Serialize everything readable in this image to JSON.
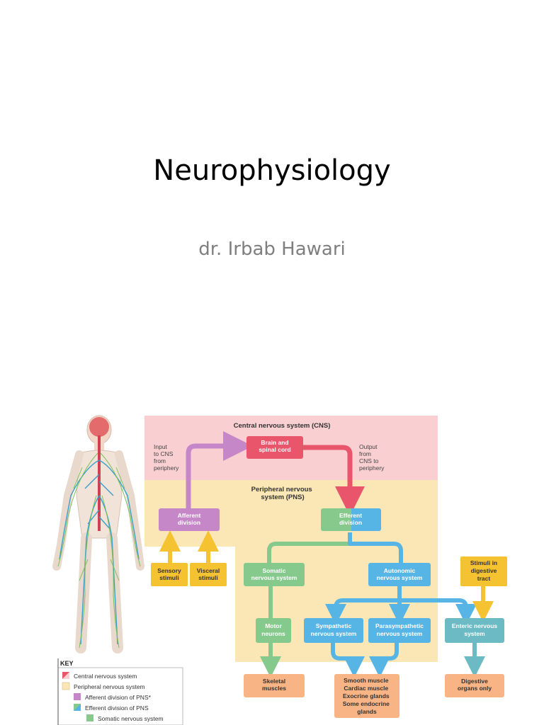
{
  "slide": {
    "title": "Neurophysiology",
    "subtitle": "dr. Irbab Hawari"
  },
  "diagram": {
    "cns_region": "Central nervous system (CNS)",
    "pns_region": [
      "Peripheral nervous",
      "system (PNS)"
    ],
    "brain": [
      "Brain and",
      "spinal cord"
    ],
    "input_note": [
      "Input",
      "to CNS",
      "from",
      "periphery"
    ],
    "output_note": [
      "Output",
      "from",
      "CNS to",
      "periphery"
    ],
    "afferent": [
      "Afferent",
      "division"
    ],
    "efferent": [
      "Efferent",
      "division"
    ],
    "sensory": [
      "Sensory",
      "stimuli"
    ],
    "visceral": [
      "Visceral",
      "stimuli"
    ],
    "somatic": [
      "Somatic",
      "nervous system"
    ],
    "autonomic": [
      "Autonomic",
      "nervous system"
    ],
    "stimuli_digestive": [
      "Stimuli in",
      "digestive",
      "tract"
    ],
    "motor": [
      "Motor",
      "neurons"
    ],
    "sympathetic": [
      "Sympathetic",
      "nervous system"
    ],
    "parasympathetic": [
      "Parasympathetic",
      "nervous system"
    ],
    "enteric": [
      "Enteric nervous",
      "system"
    ],
    "skeletal": [
      "Skeletal",
      "muscles"
    ],
    "smooth": [
      "Smooth muscle",
      "Cardiac muscle",
      "Exocrine glands",
      "Some endocrine",
      "glands"
    ],
    "digestive": [
      "Digestive",
      "organs only"
    ]
  },
  "key": {
    "heading": "KEY",
    "items": [
      "Central nervous system",
      "Peripheral nervous system",
      "Afferent division of PNS*",
      "Efferent division of PNS",
      "Somatic nervous system"
    ]
  },
  "colors": {
    "cns_bg": "#f9cfd2",
    "pns_bg": "#fbe7b5",
    "brain": "#e9566b",
    "afferent": "#c587c8",
    "efferent_green": "#86c98c",
    "efferent_blue": "#56b5e5",
    "stimulus": "#f5c232",
    "autonomic": "#56b5e5",
    "enteric": "#6bbac4",
    "target": "#f8b484"
  }
}
